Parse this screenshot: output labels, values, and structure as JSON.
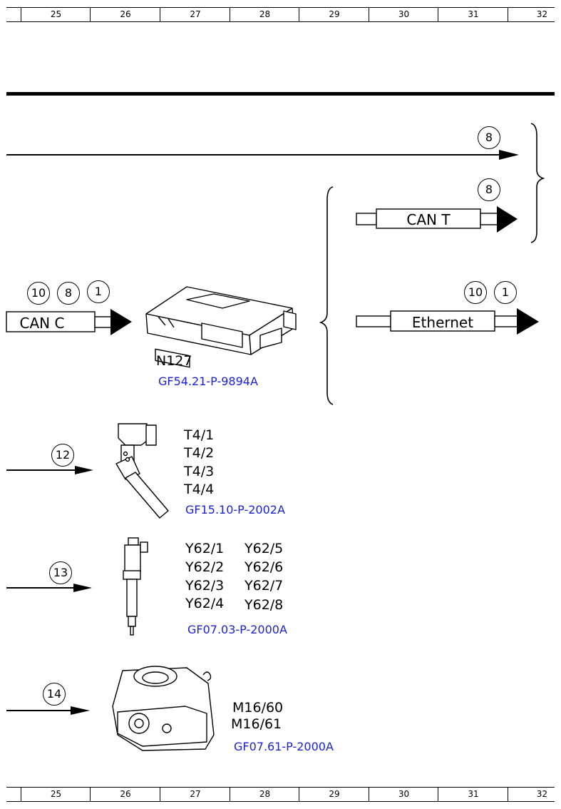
{
  "ruler": {
    "cells": [
      "25",
      "26",
      "27",
      "28",
      "29",
      "30",
      "31",
      "32"
    ]
  },
  "badges": {
    "top_arrow": "8",
    "can_t": "8",
    "can_c_a": "10",
    "can_c_b": "8",
    "can_c_c": "1",
    "ethernet_a": "10",
    "ethernet_b": "1",
    "injector_sensor": "12",
    "injector": "13",
    "actuator": "14"
  },
  "connections": {
    "can_t": "CAN T",
    "can_c": "CAN C",
    "ethernet": "Ethernet"
  },
  "components": {
    "control_unit": {
      "code": "N127",
      "ref": "GF54.21-P-9894A"
    },
    "sensors": {
      "codes": [
        "T4/1",
        "T4/2",
        "T4/3",
        "T4/4"
      ],
      "ref": "GF15.10-P-2002A"
    },
    "injectors": {
      "col1": [
        "Y62/1",
        "Y62/2",
        "Y62/3",
        "Y62/4"
      ],
      "col2": [
        "Y62/5",
        "Y62/6",
        "Y62/7",
        "Y62/8"
      ],
      "ref": "GF07.03-P-2000A"
    },
    "actuators": {
      "codes": [
        "M16/60",
        "M16/61"
      ],
      "ref": "GF07.61-P-2000A"
    }
  },
  "colors": {
    "line": "#000000",
    "ref_text": "#1a22d6"
  }
}
